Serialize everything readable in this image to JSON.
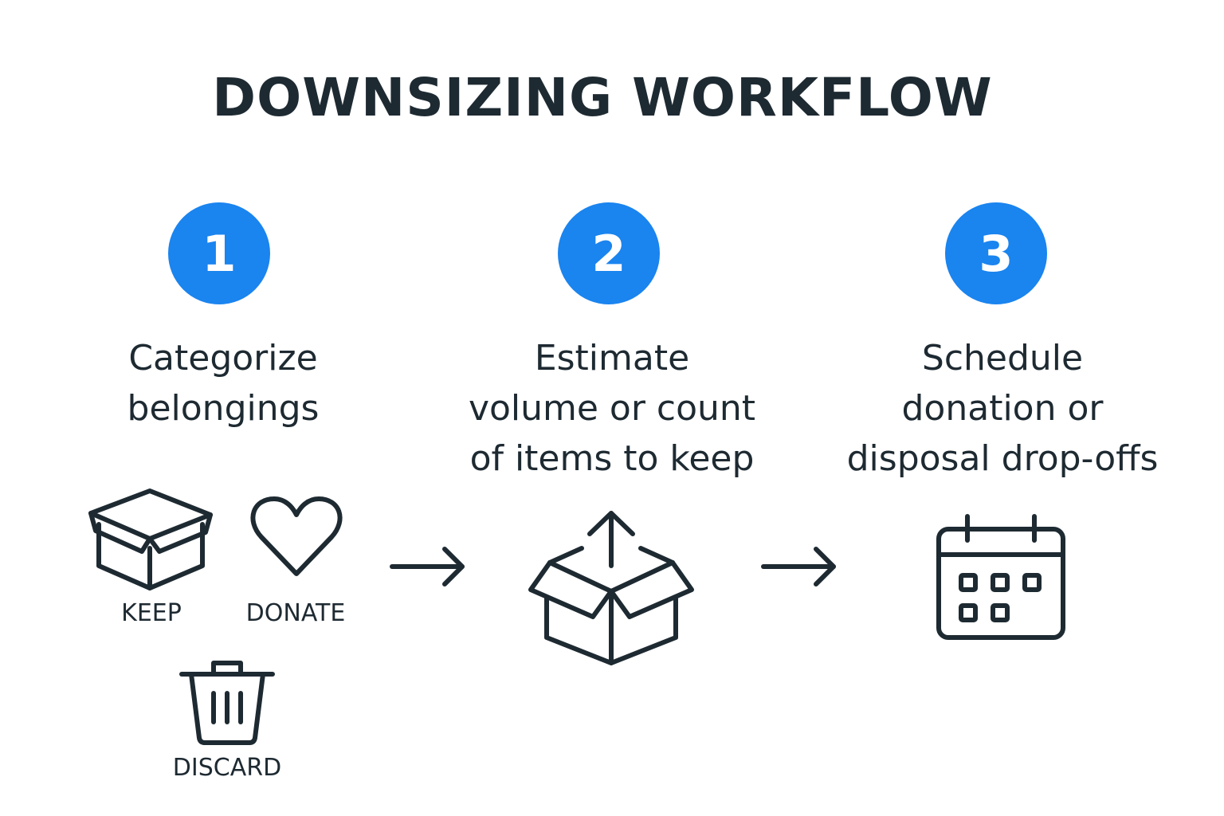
{
  "title": "DOWNSIZING WORKFLOW",
  "colors": {
    "accent": "#1a84ef",
    "ink": "#1e2a32",
    "background": "#ffffff"
  },
  "steps": [
    {
      "number": "1",
      "text_lines": [
        "Categorize",
        "belongings"
      ],
      "icons": [
        {
          "icon": "box-icon",
          "label": "KEEP"
        },
        {
          "icon": "heart-icon",
          "label": "DONATE"
        },
        {
          "icon": "trash-icon",
          "label": "DISCARD"
        }
      ]
    },
    {
      "number": "2",
      "text_lines": [
        "Estimate",
        "volume or count",
        "of items to keep"
      ],
      "icons": [
        {
          "icon": "open-box-arrow-icon"
        }
      ]
    },
    {
      "number": "3",
      "text_lines": [
        "Schedule",
        "donation or",
        "disposal drop-offs"
      ],
      "icons": [
        {
          "icon": "calendar-icon"
        }
      ]
    }
  ],
  "connectors": [
    {
      "icon": "arrow-right-icon"
    },
    {
      "icon": "arrow-right-icon"
    }
  ]
}
